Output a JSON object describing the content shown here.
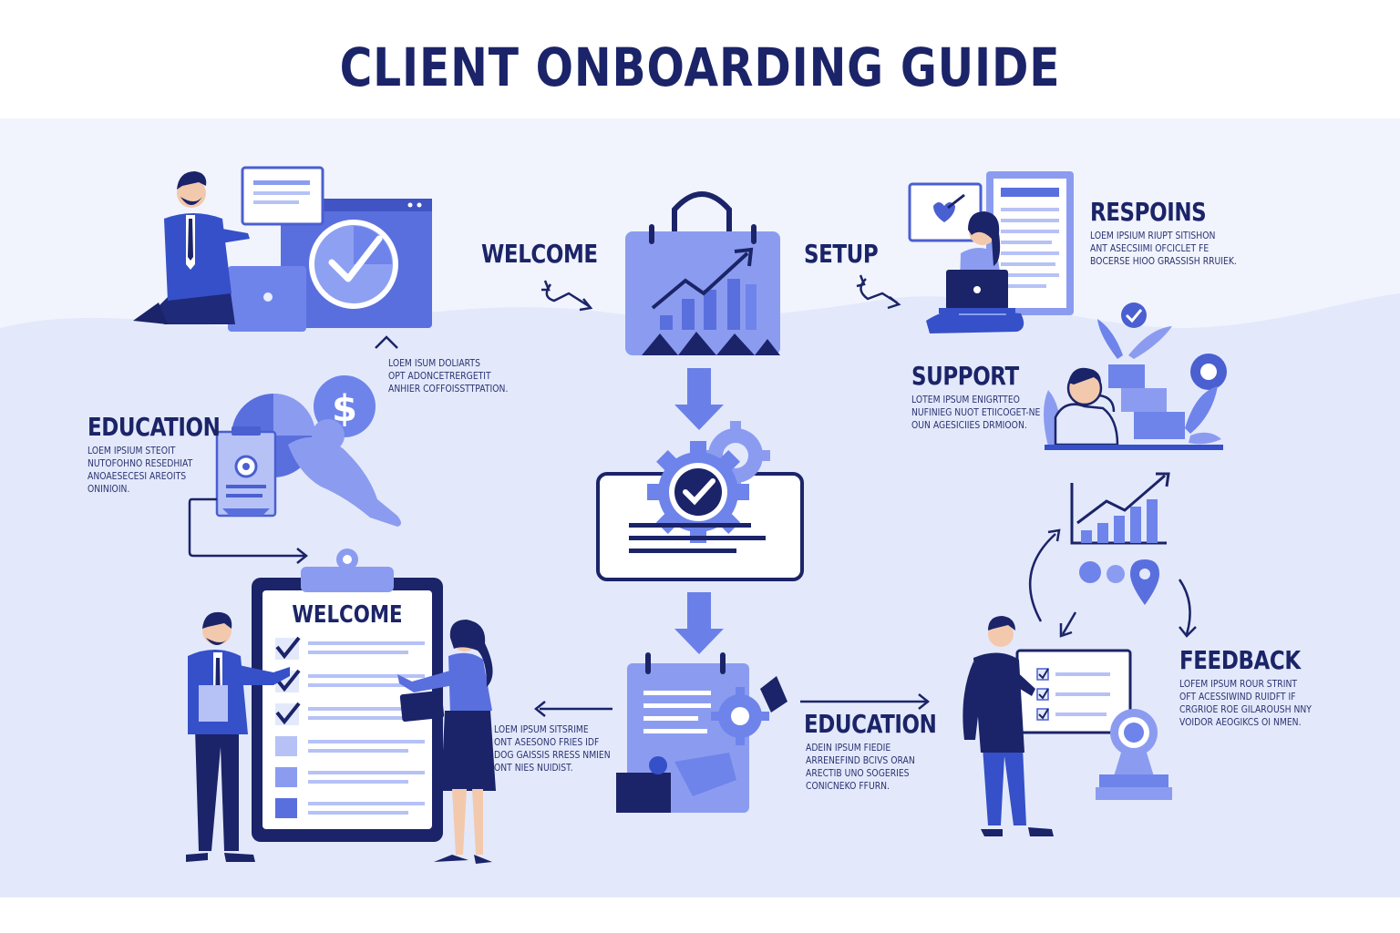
{
  "title": "CLIENT ONBOARDING GUIDE",
  "colors": {
    "navy": "#1b2468",
    "primary": "#4a5fd0",
    "light": "#8b9cf0",
    "pale": "#dde4fb",
    "background": "#e9eefc"
  },
  "sections": {
    "welcome_top": {
      "heading": "WELCOME",
      "body": [
        "LOEM ISUM DOLIARTS",
        "OPT ADONCETRERGETIT",
        "ANHIER COFFOISSTTPATION."
      ]
    },
    "setup": {
      "heading": "SETUP"
    },
    "respoins": {
      "heading": "RESPOINS",
      "body": [
        "LOEM IPSIUM RIUPT SITISHON",
        "ANT ASECSIIMI OFCICLET FE",
        "BOCERSE HIOO GRASSISH RRUIEK."
      ]
    },
    "support": {
      "heading": "SUPPORT",
      "body": [
        "LOTEM IPSUM ENIGRTTEO",
        "NUFINIEG NUOT ETIICOGET-NE",
        "OUN AGESICIIES DRMIOON."
      ]
    },
    "education_left": {
      "heading": "EDUCATION",
      "body": [
        "LOEM IPSIUM STEOIT",
        "NUTOFOHNO RESEDHIAT",
        "ANOAESECESI AREOITS",
        "ONINIOIN."
      ]
    },
    "clipboard": {
      "heading": "WELCOME"
    },
    "center_bottom": {
      "body": [
        "LOEM IPSUM SITSRIME",
        "ONT ASESONO FRIES IDF",
        "DOG GAISSIS RRESS NMIEN",
        "ONT NIES NUIDIST."
      ]
    },
    "education_right": {
      "heading": "EDUCATION",
      "body": [
        "ADEIN IPSUM FIEDIE",
        "ARRENEFIND BCIVS ORAN",
        "ARECTIB UNO SOGERIES",
        "CONICNEKO FFURN."
      ]
    },
    "feedback": {
      "heading": "FEEDBACK",
      "body": [
        "LOFEM IPSUM ROUR STRINT",
        "OFT ACESSIWIND RUIDFT IF",
        "CRGRIOE ROE GILAROUSH NNY",
        "VOIDOR AEOGIKCS OI NMEN."
      ]
    }
  }
}
